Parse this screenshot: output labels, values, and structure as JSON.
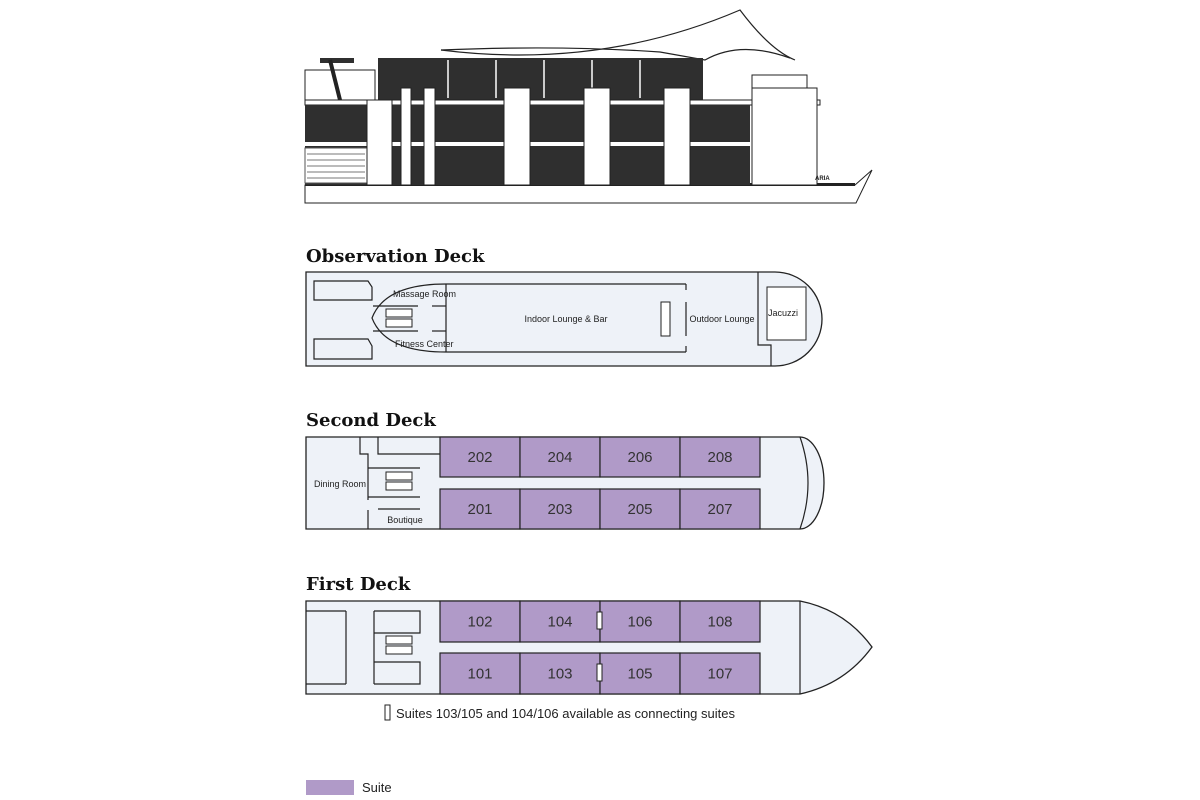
{
  "ship_name": "ARIA",
  "decks": {
    "observation": {
      "title": "Observation Deck",
      "rooms": {
        "massage": "Massage Room",
        "fitness": "Fitness Center",
        "lounge": "Indoor Lounge & Bar",
        "outdoor": "Outdoor Lounge",
        "jacuzzi": "Jacuzzi"
      }
    },
    "second": {
      "title": "Second Deck",
      "rooms": {
        "dining": "Dining Room",
        "boutique": "Boutique"
      },
      "suites_top": [
        "202",
        "204",
        "206",
        "208"
      ],
      "suites_bottom": [
        "201",
        "203",
        "205",
        "207"
      ]
    },
    "first": {
      "title": "First Deck",
      "suites_top": [
        "102",
        "104",
        "106",
        "108"
      ],
      "suites_bottom": [
        "101",
        "103",
        "105",
        "107"
      ]
    }
  },
  "footnote": "Suites 103/105 and 104/106 available as connecting suites",
  "legend": {
    "suite_label": "Suite"
  },
  "colors": {
    "suite": "#b09ac8",
    "deck": "#eef2f8"
  }
}
